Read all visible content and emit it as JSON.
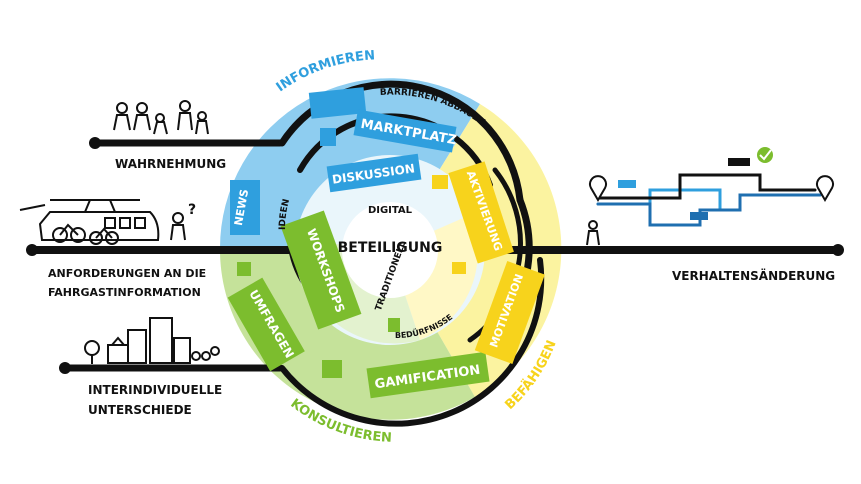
{
  "colors": {
    "blue_light": "#8ecdf0",
    "blue_mid": "#2f9fde",
    "blue_dark": "#1f6fb0",
    "yellow_light": "#fbf3a0",
    "yellow": "#f7d31c",
    "green_light": "#c5e29a",
    "green": "#7cbd2e",
    "black": "#111111",
    "white": "#ffffff"
  },
  "center": {
    "title": "BETEILIGUNG",
    "top": "DIGITAL",
    "bottom": "TRADITIONELL"
  },
  "outer_labels": {
    "top": "INFORMIEREN",
    "bottom": "KONSULTIEREN",
    "right": "BEFÄHIGEN"
  },
  "ring_labels": {
    "barrieren": "BARRIEREN ABBAUEN",
    "ideen": "IDEEN",
    "beduerfnisse": "BEDÜRFNISSE"
  },
  "boxes": {
    "news": "NEWS",
    "marktplatz": "MARKTPLATZ",
    "diskussion": "DISKUSSION",
    "aktivierung": "AKTIVIERUNG",
    "workshops": "WORKSHOPS",
    "umfragen": "UMFRAGEN",
    "gamification": "GAMIFICATION",
    "motivation": "MOTIVATION"
  },
  "side_labels": {
    "wahrnehmung": "WAHRNEHMUNG",
    "anforderungen_1": "ANFORDERUNGEN AN DIE",
    "anforderungen_2": "FAHRGASTINFORMATION",
    "interindividuelle_1": "INTERINDIVIDUELLE",
    "interindividuelle_2": "UNTERSCHIEDE",
    "verhaltensaenderung": "VERHALTENSÄNDERUNG",
    "question_mark": "?"
  },
  "icons": [
    "people-group-icon",
    "train-icon",
    "bicycle-icon",
    "city-icon",
    "location-pin-icon",
    "checkmark-icon",
    "route-map-icon"
  ]
}
